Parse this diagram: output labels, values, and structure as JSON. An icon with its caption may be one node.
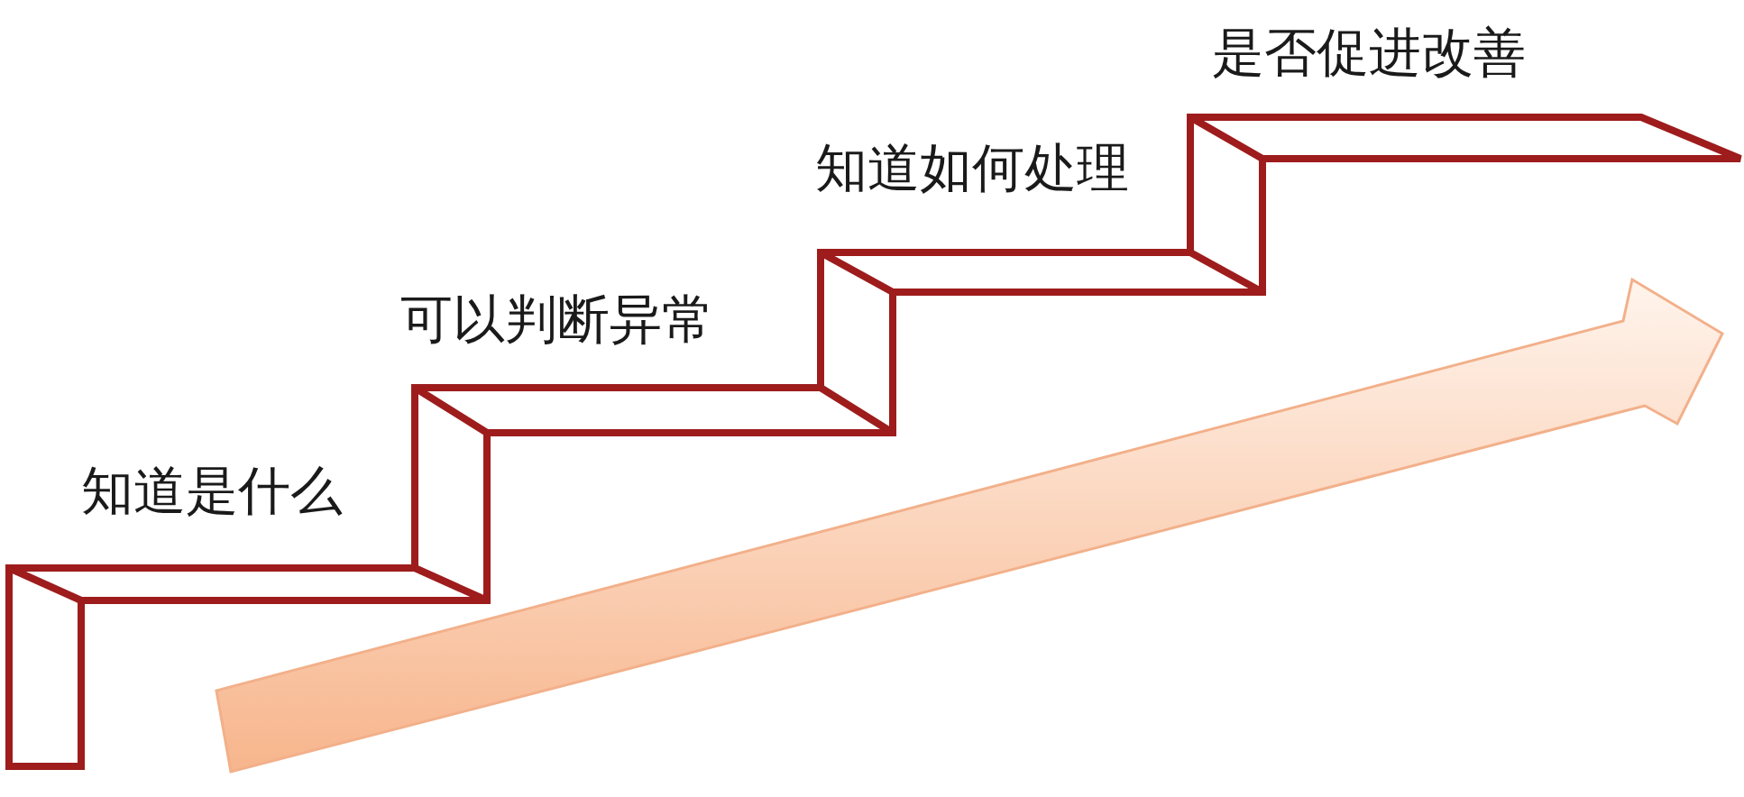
{
  "diagram": {
    "labels": [
      "知道是什么",
      "可以判断异常",
      "知道如何处理",
      "是否促进改善"
    ]
  }
}
